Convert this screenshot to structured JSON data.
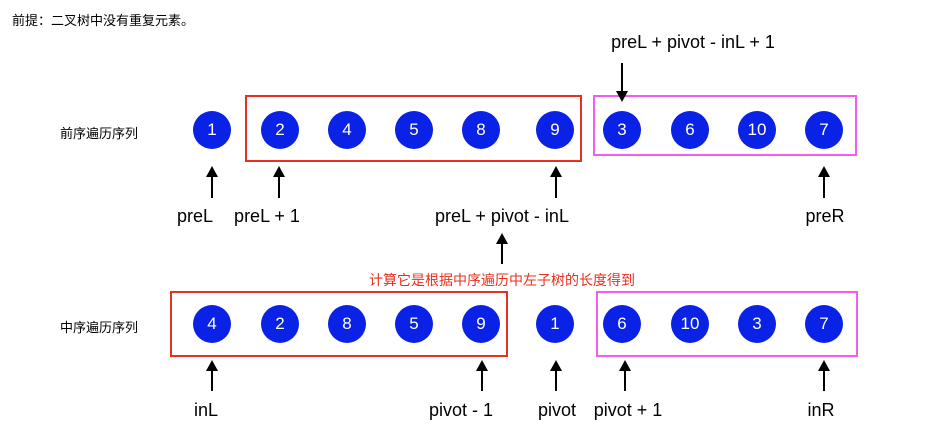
{
  "note": "前提：二叉树中没有重复元素。",
  "preorder": {
    "label": "前序遍历序列",
    "nodes": [
      "1",
      "2",
      "4",
      "5",
      "8",
      "9",
      "3",
      "6",
      "10",
      "7"
    ],
    "top_annotation": "preL + pivot - inL + 1",
    "bottom_labels": [
      "preL",
      "preL + 1",
      "preL + pivot - inL",
      "preR"
    ]
  },
  "inorder": {
    "label": "中序遍历序列",
    "nodes": [
      "4",
      "2",
      "8",
      "5",
      "9",
      "1",
      "6",
      "10",
      "3",
      "7"
    ],
    "bottom_labels": [
      "inL",
      "pivot - 1",
      "pivot",
      "pivot + 1",
      "inR"
    ]
  },
  "middle_note": "计算它是根据中序遍历中左子树的长度得到",
  "colors": {
    "node_fill": "#0a22e6",
    "left_subtree_box": "#e8301e",
    "right_subtree_box": "#f25cf0",
    "note_text": "#e8301e"
  }
}
